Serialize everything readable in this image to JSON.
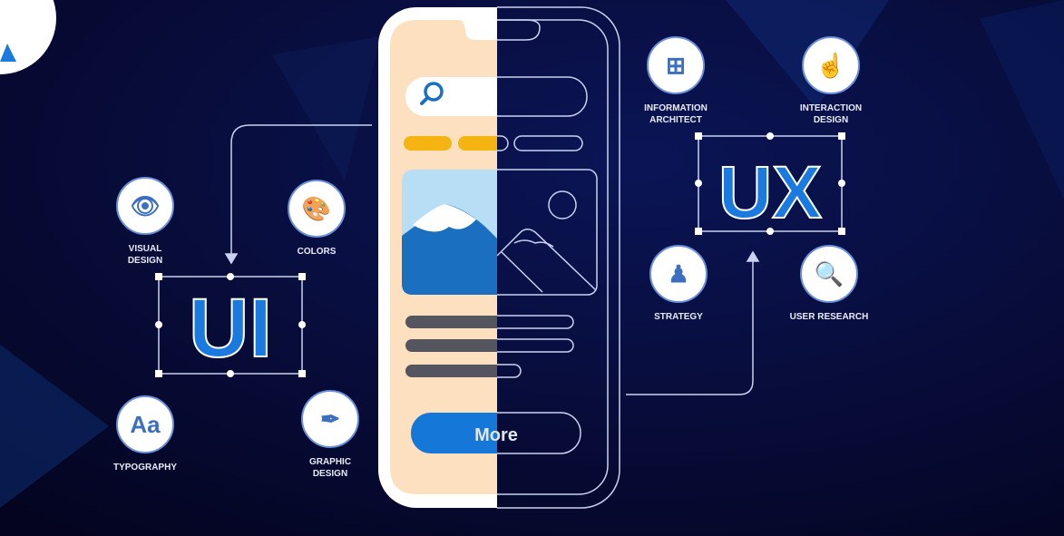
{
  "phone": {
    "button_label": "More"
  },
  "ui_block": {
    "title": "UI",
    "skills": [
      {
        "label": [
          "VISUAL",
          "DESIGN"
        ],
        "icon": "eye-icon"
      },
      {
        "label": [
          "COLORS"
        ],
        "icon": "palette-icon"
      },
      {
        "label": [
          "TYPOGRAPHY"
        ],
        "icon": "typography-icon"
      },
      {
        "label": [
          "GRAPHIC",
          "DESIGN"
        ],
        "icon": "pen-tool-icon"
      }
    ]
  },
  "ux_block": {
    "title": "UX",
    "skills": [
      {
        "label": [
          "INFORMATION",
          "ARCHITECT"
        ],
        "icon": "sitemap-icon"
      },
      {
        "label": [
          "INTERACTION",
          "DESIGN"
        ],
        "icon": "pointer-hand-icon"
      },
      {
        "label": [
          "STRATEGY"
        ],
        "icon": "chess-pawn-icon"
      },
      {
        "label": [
          "USER RESEARCH"
        ],
        "icon": "user-search-icon"
      }
    ]
  },
  "colors": {
    "accent": "#1a7ae0",
    "peach": "#fde0c0",
    "yellow": "#f5b412",
    "background": "#05052a"
  }
}
